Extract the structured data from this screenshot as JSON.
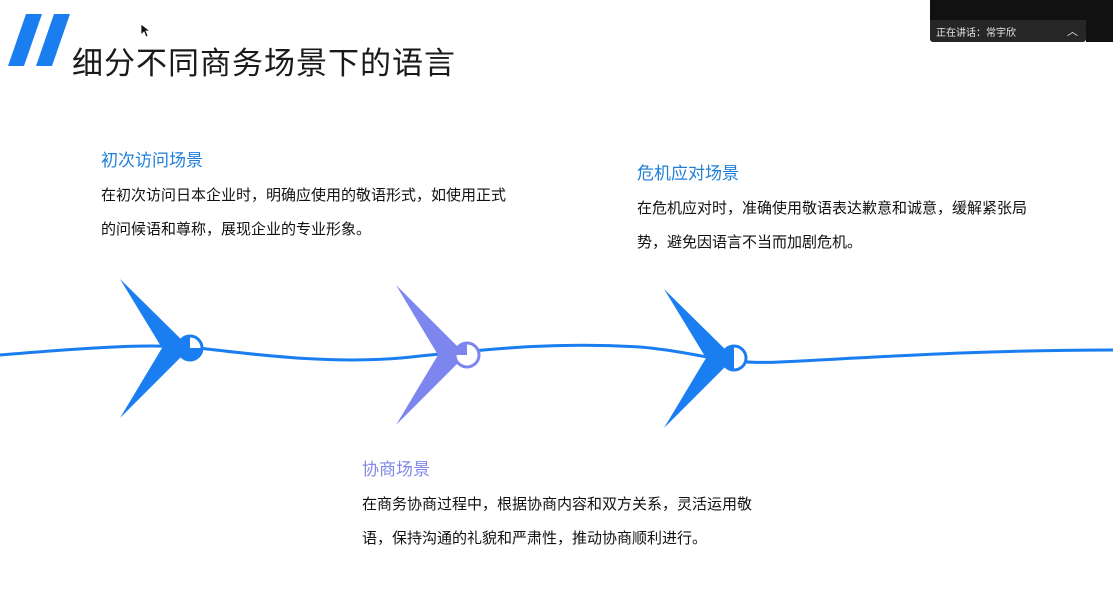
{
  "title": "细分不同商务场景下的语言",
  "meeting": {
    "speaker_label": "正在讲话：常宇欣",
    "chevron_icon": "chevron-up-icon"
  },
  "scenes": {
    "first_visit": {
      "title": "初次访问场景",
      "body": "在初次访问日本企业时，明确应使用的敬语形式，如使用正式的问候语和尊称，展现企业的专业形象。"
    },
    "crisis": {
      "title": "危机应对场景",
      "body": "在危机应对时，准确使用敬语表达歉意和诚意，缓解紧张局势，避免因语言不当而加剧危机。"
    },
    "negotiation": {
      "title": "协商场景",
      "body": "在商务协商过程中，根据协商内容和双方关系，灵活运用敬语，保持沟通的礼貌和严肃性，推动协商顺利进行。"
    }
  },
  "colors": {
    "blue": "#1b7ef0",
    "purple": "#7d86ee",
    "title_text": "#1a1a1a",
    "speaker_bg": "#262626"
  }
}
